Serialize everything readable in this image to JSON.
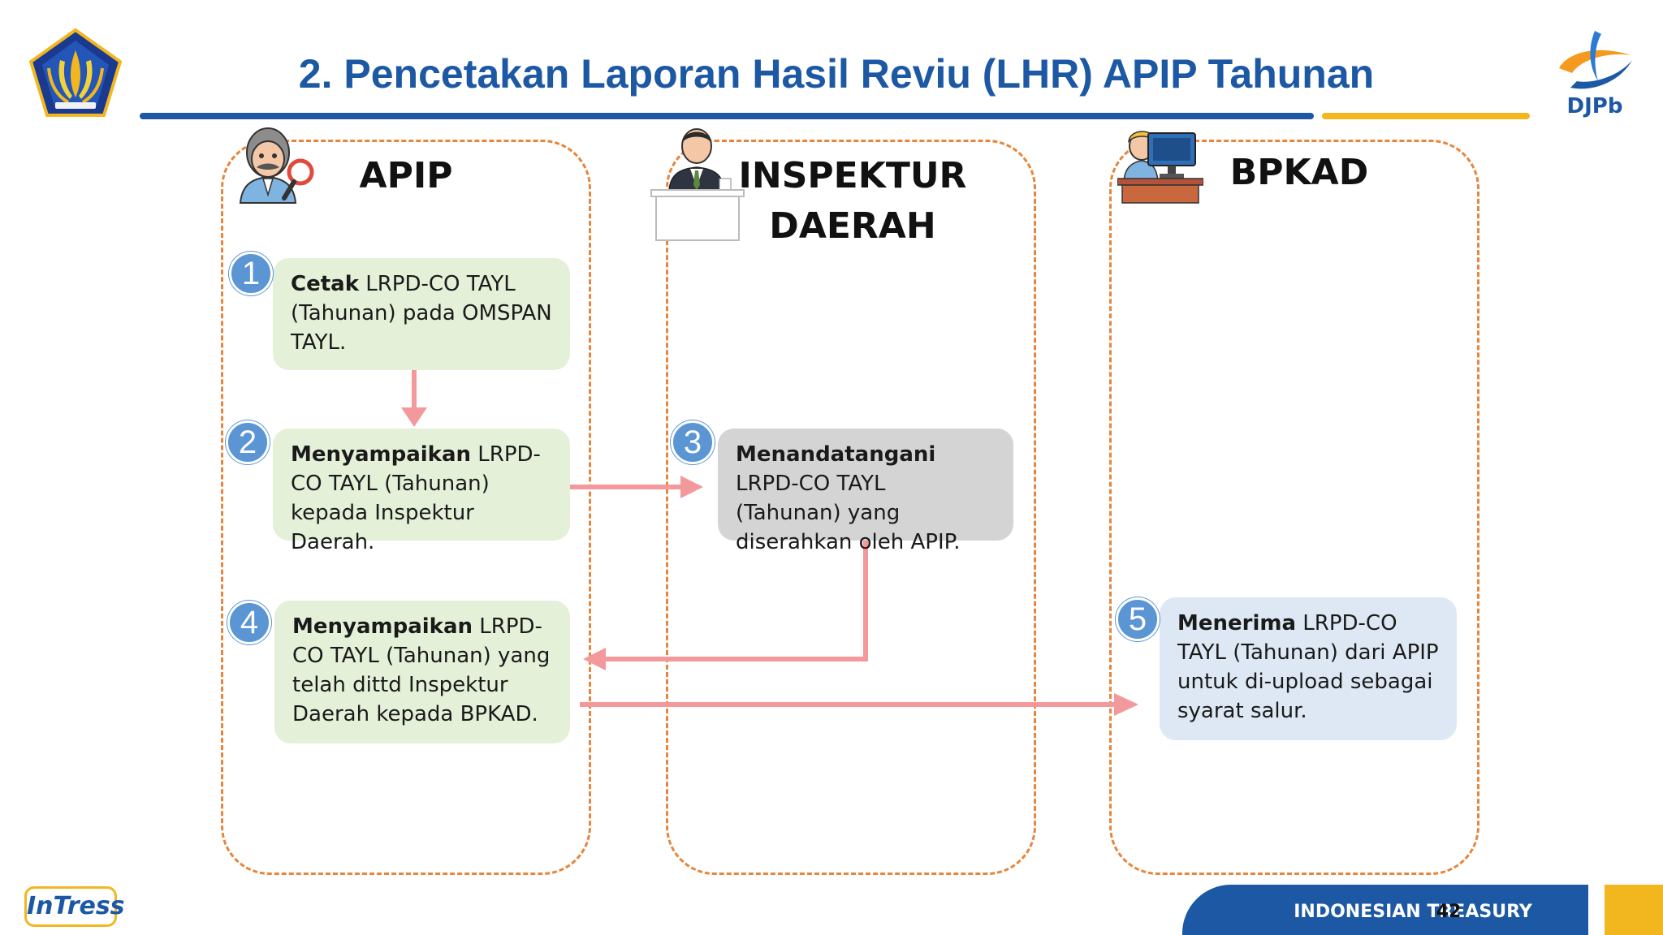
{
  "header": {
    "title": "2. Pencetakan Laporan Hasil Reviu (LHR) APIP Tahunan",
    "logo_right_text": "DJPb"
  },
  "lanes": [
    {
      "title": "APIP"
    },
    {
      "title_line1": "INSPEKTUR",
      "title_line2": "DAERAH"
    },
    {
      "title": "BPKAD"
    }
  ],
  "steps": [
    {
      "number": "1",
      "bold": "Cetak",
      "text": " LRPD-CO TAYL (Tahunan) pada OMSPAN TAYL."
    },
    {
      "number": "2",
      "bold": "Menyampaikan",
      "text": " LRPD-CO TAYL (Tahunan) kepada Inspektur Daerah."
    },
    {
      "number": "3",
      "bold": "Menandatangani",
      "text": " LRPD-CO TAYL (Tahunan) yang diserahkan oleh APIP."
    },
    {
      "number": "4",
      "bold": "Menyampaikan",
      "text": " LRPD-CO TAYL (Tahunan) yang telah dittd Inspektur Daerah kepada BPKAD."
    },
    {
      "number": "5",
      "bold": "Menerima",
      "text": " LRPD-CO TAYL (Tahunan) dari APIP untuk di-upload sebagai syarat salur."
    }
  ],
  "footer": {
    "brand": "InTress",
    "tagline": "INDONESIAN TREASURY",
    "page_number": "42"
  },
  "colors": {
    "primary_blue": "#1c58a3",
    "accent_yellow": "#f2b61f",
    "lane_border": "#e8853a",
    "arrow": "#f4999b",
    "number_circle": "#5b95d3"
  }
}
